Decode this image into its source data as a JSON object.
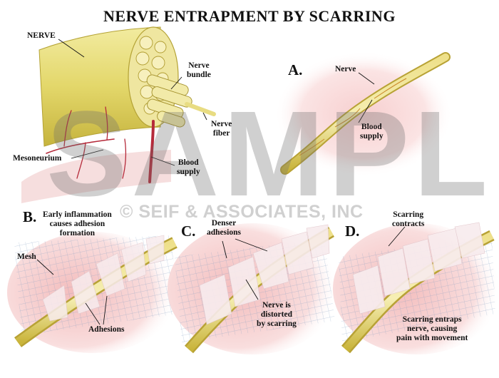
{
  "title": "NERVE ENTRAPMENT BY SCARRING",
  "watermark": {
    "main": "SAMPLE",
    "copyright": "© SEIF & ASSOCIATES, INC"
  },
  "panel_top_left": {
    "nerve": "NERVE",
    "nerve_bundle": [
      "Nerve",
      "bundle"
    ],
    "nerve_fiber": [
      "Nerve",
      "fiber"
    ],
    "mesoneurium": "Mesoneurium",
    "blood_supply": [
      "Blood",
      "supply"
    ]
  },
  "panel_a": {
    "letter": "A.",
    "nerve": "Nerve",
    "blood_supply": [
      "Blood",
      "supply"
    ]
  },
  "panel_b": {
    "letter": "B.",
    "caption": [
      "Early inflammation",
      "causes adhesion",
      "formation"
    ],
    "mesh": "Mesh",
    "adhesions": "Adhesions"
  },
  "panel_c": {
    "letter": "C.",
    "caption": [
      "Denser",
      "adhesions"
    ],
    "note": [
      "Nerve is",
      "distorted",
      "by scarring"
    ]
  },
  "panel_d": {
    "letter": "D.",
    "caption": [
      "Scarring",
      "contracts"
    ],
    "note": [
      "Scarring entraps",
      "nerve, causing",
      "pain with movement"
    ]
  },
  "colors": {
    "nerve": "#e6d55a",
    "nerve_light": "#f4eca6",
    "blood": "#b52a3a",
    "tissue": "#f2c4c4",
    "scar": "#f6ecee",
    "mesh": "#8aa6c4"
  }
}
